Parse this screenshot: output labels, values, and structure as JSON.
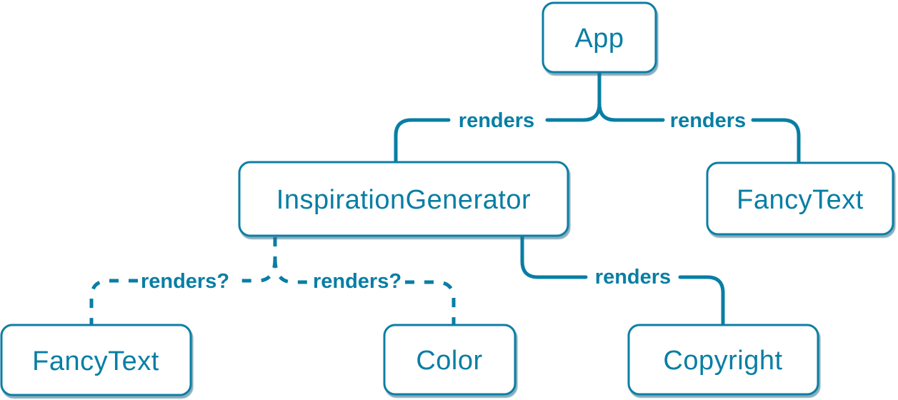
{
  "diagram": {
    "type": "component-render-tree",
    "accent_color": "#087ea4",
    "node_fill": "#ffffff",
    "shadow_color": "#2b6a84",
    "nodes": [
      {
        "id": "app",
        "label": "App"
      },
      {
        "id": "inspiration-generator",
        "label": "InspirationGenerator"
      },
      {
        "id": "fancy-text-top",
        "label": "FancyText"
      },
      {
        "id": "fancy-text-bottom",
        "label": "FancyText"
      },
      {
        "id": "color",
        "label": "Color"
      },
      {
        "id": "copyright",
        "label": "Copyright"
      }
    ],
    "edges": [
      {
        "from": "App",
        "to": "InspirationGenerator",
        "label": "renders",
        "style": "solid"
      },
      {
        "from": "App",
        "to": "FancyText",
        "label": "renders",
        "style": "solid"
      },
      {
        "from": "InspirationGenerator",
        "to": "FancyText",
        "label": "renders?",
        "style": "dashed"
      },
      {
        "from": "InspirationGenerator",
        "to": "Color",
        "label": "renders?",
        "style": "dashed"
      },
      {
        "from": "InspirationGenerator",
        "to": "Copyright",
        "label": "renders",
        "style": "solid"
      }
    ]
  }
}
